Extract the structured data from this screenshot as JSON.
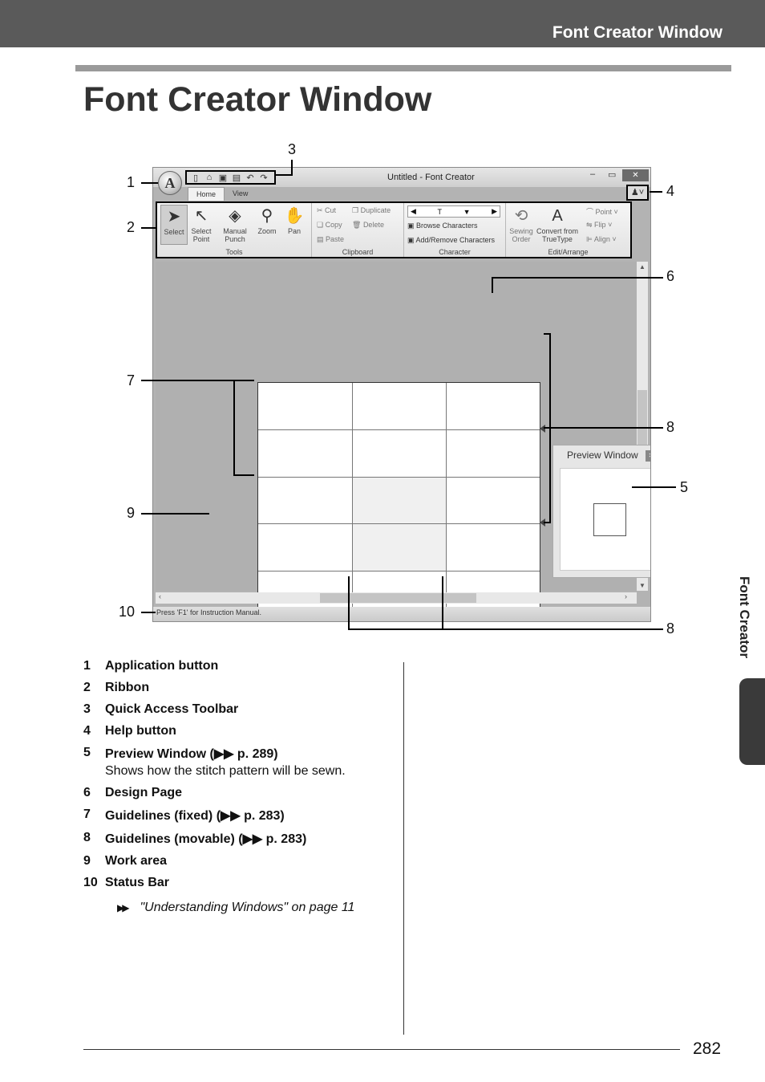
{
  "header": {
    "section_title": "Font Creator Window"
  },
  "page": {
    "title": "Font Creator Window",
    "number": "282",
    "side_tab": "Font Creator"
  },
  "window": {
    "title": "Untitled - Font Creator",
    "app_glyph": "A",
    "tabs": [
      "Home",
      "View"
    ],
    "ribbon": {
      "tools": {
        "label": "Tools",
        "buttons": [
          "Select",
          "Select Point",
          "Manual Punch",
          "Zoom",
          "Pan"
        ]
      },
      "clipboard": {
        "label": "Clipboard",
        "items": [
          "Cut",
          "Duplicate",
          "Copy",
          "Delete",
          "Paste"
        ]
      },
      "character": {
        "label": "Character",
        "current": "T",
        "items": [
          "Browse Characters",
          "Add/Remove Characters"
        ]
      },
      "edit_arrange": {
        "label": "Edit/Arrange",
        "buttons": [
          "Sewing Order",
          "Convert from TrueType"
        ],
        "items": [
          "Point",
          "Flip",
          "Align"
        ]
      }
    },
    "status_text": "Press 'F1' for Instruction Manual.",
    "preview_title": "Preview Window"
  },
  "callouts": [
    "1",
    "2",
    "3",
    "4",
    "5",
    "6",
    "7",
    "8",
    "8",
    "9",
    "10"
  ],
  "legend": [
    {
      "n": "1",
      "label": "Application button"
    },
    {
      "n": "2",
      "label": "Ribbon"
    },
    {
      "n": "3",
      "label": "Quick Access Toolbar"
    },
    {
      "n": "4",
      "label": "Help button"
    },
    {
      "n": "5",
      "label": "Preview Window (▶▶ p. 289)",
      "desc": "Shows how the stitch pattern will be sewn."
    },
    {
      "n": "6",
      "label": "Design Page"
    },
    {
      "n": "7",
      "label": "Guidelines (fixed) (▶▶ p. 283)"
    },
    {
      "n": "8",
      "label": "Guidelines (movable) (▶▶ p. 283)"
    },
    {
      "n": "9",
      "label": "Work area"
    },
    {
      "n": "10",
      "label": "Status Bar"
    }
  ],
  "reference": {
    "arrows": "▶▶",
    "text": "\"Understanding Windows\" on page 11"
  }
}
